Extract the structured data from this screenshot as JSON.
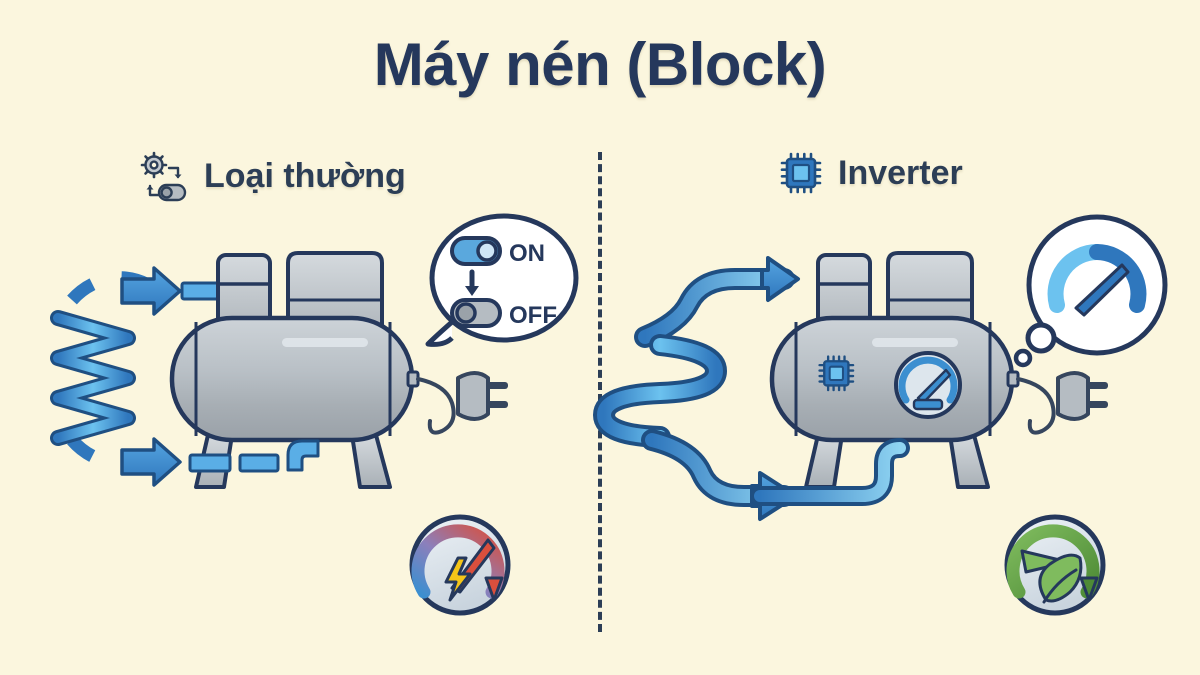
{
  "page": {
    "title": "Máy nén (Block)",
    "background_color": "#fbf6de",
    "text_color": "#25385c",
    "accent_blue": "#3c8fd0",
    "accent_green": "#6aa84f",
    "accent_red": "#d94f3d",
    "metal_gray": "#b5bcc2"
  },
  "divider": {
    "orientation": "vertical",
    "style": "dashed",
    "color": "#2c3e56"
  },
  "left_section": {
    "label": "Loại thường",
    "icon": "gear-toggle-cycle-icon",
    "machine": {
      "name": "compressor-unit",
      "type": "standard",
      "flow": "intermittent"
    },
    "coil": {
      "name": "refrigerant-coil",
      "style": "zigzag",
      "color": "#3c8fd0"
    },
    "dashed_loop": {
      "name": "intermittent-flow-loop",
      "style": "dashed"
    },
    "arrows": [
      {
        "name": "inlet-arrow",
        "direction": "right"
      },
      {
        "name": "outlet-arrow",
        "direction": "right"
      }
    ],
    "bubble": {
      "type": "speech",
      "toggle_on": {
        "label": "ON",
        "state": "on",
        "color": "#5aa8dd"
      },
      "toggle_off": {
        "label": "OFF",
        "state": "off",
        "color": "#b5bcc2"
      },
      "arrow": "down-arrow-icon"
    },
    "badge": {
      "name": "high-energy-badge",
      "icon": "gauge-lightning-icon",
      "gauge_color_start": "#3c8fd0",
      "gauge_color_end": "#d94f3d",
      "bolt_color": "#f5c518"
    },
    "plug": {
      "name": "power-plug-icon"
    }
  },
  "right_section": {
    "label": "Inverter",
    "icon": "microchip-icon",
    "machine": {
      "name": "compressor-unit",
      "type": "inverter",
      "flow": "continuous",
      "badges": [
        {
          "name": "microchip-icon"
        },
        {
          "name": "gauge-icon"
        }
      ]
    },
    "coil": {
      "name": "refrigerant-coil",
      "style": "smooth-ribbon",
      "color": "#3c8fd0"
    },
    "arrows": [
      {
        "name": "inlet-arrow",
        "direction": "right"
      },
      {
        "name": "outlet-arrow",
        "direction": "right"
      }
    ],
    "bubble": {
      "type": "thought",
      "icon": "speed-gauge-icon",
      "gauge_color": "#3c8fd0"
    },
    "badge": {
      "name": "eco-efficiency-badge",
      "icon": "gauge-leaf-icon",
      "gauge_color": "#6aa84f",
      "leaf_color": "#6aa84f"
    },
    "plug": {
      "name": "power-plug-icon"
    }
  }
}
